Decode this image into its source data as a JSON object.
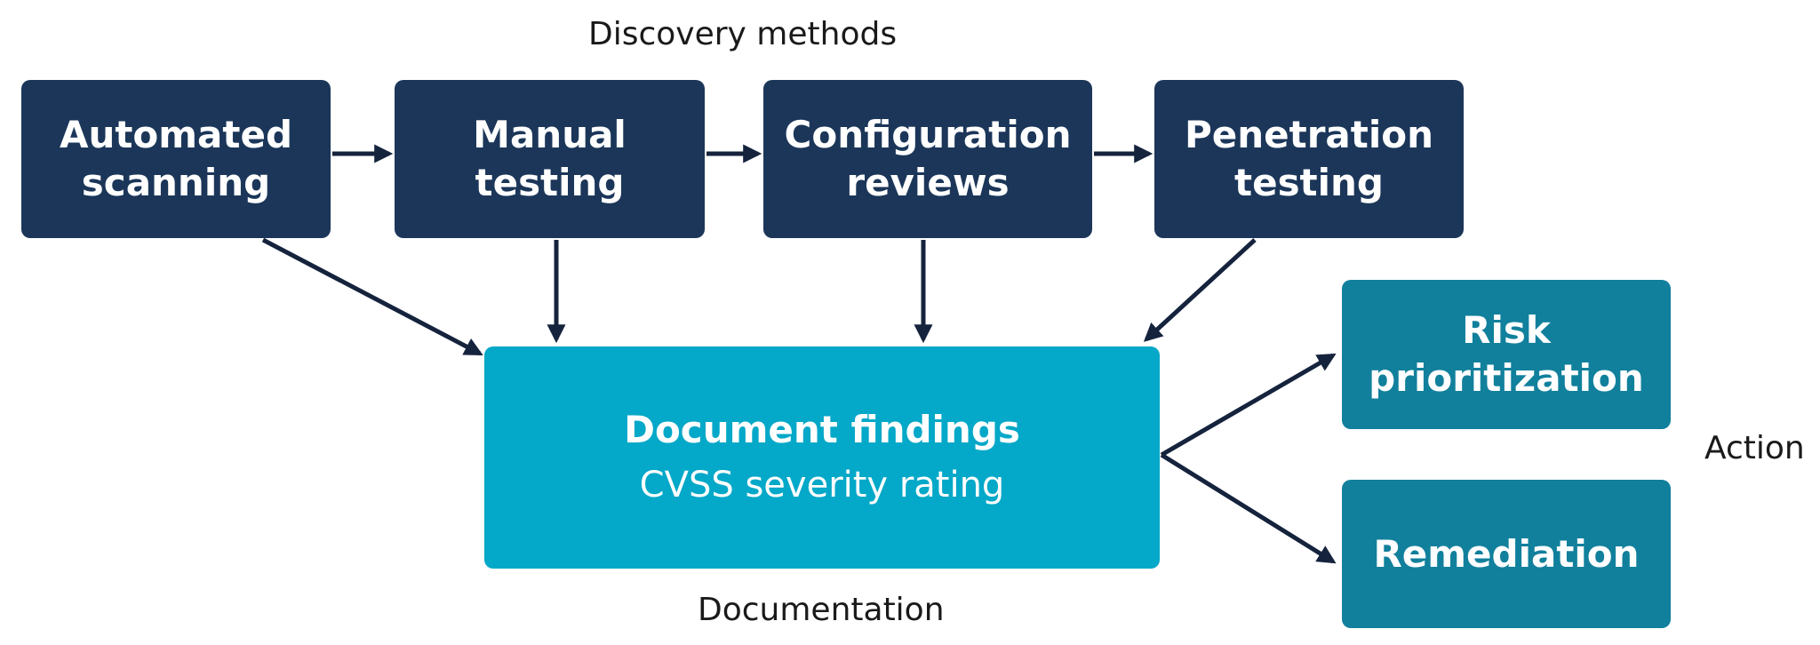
{
  "labels": {
    "discovery": "Discovery methods",
    "documentation": "Documentation",
    "action": "Action"
  },
  "discovery_steps": [
    {
      "line1": "Automated",
      "line2": "scanning"
    },
    {
      "line1": "Manual",
      "line2": "testing"
    },
    {
      "line1": "Configuration",
      "line2": "reviews"
    },
    {
      "line1": "Penetration",
      "line2": "testing"
    }
  ],
  "document": {
    "title": "Document findings",
    "subtitle": "CVSS severity rating"
  },
  "actions": [
    {
      "line1": "Risk",
      "line2": "prioritization"
    },
    {
      "line1": "Remediation"
    }
  ],
  "colors": {
    "discovery_box": "#1b3659",
    "document_box": "#04a8c8",
    "action_box": "#11809c",
    "arrow": "#15233d"
  }
}
